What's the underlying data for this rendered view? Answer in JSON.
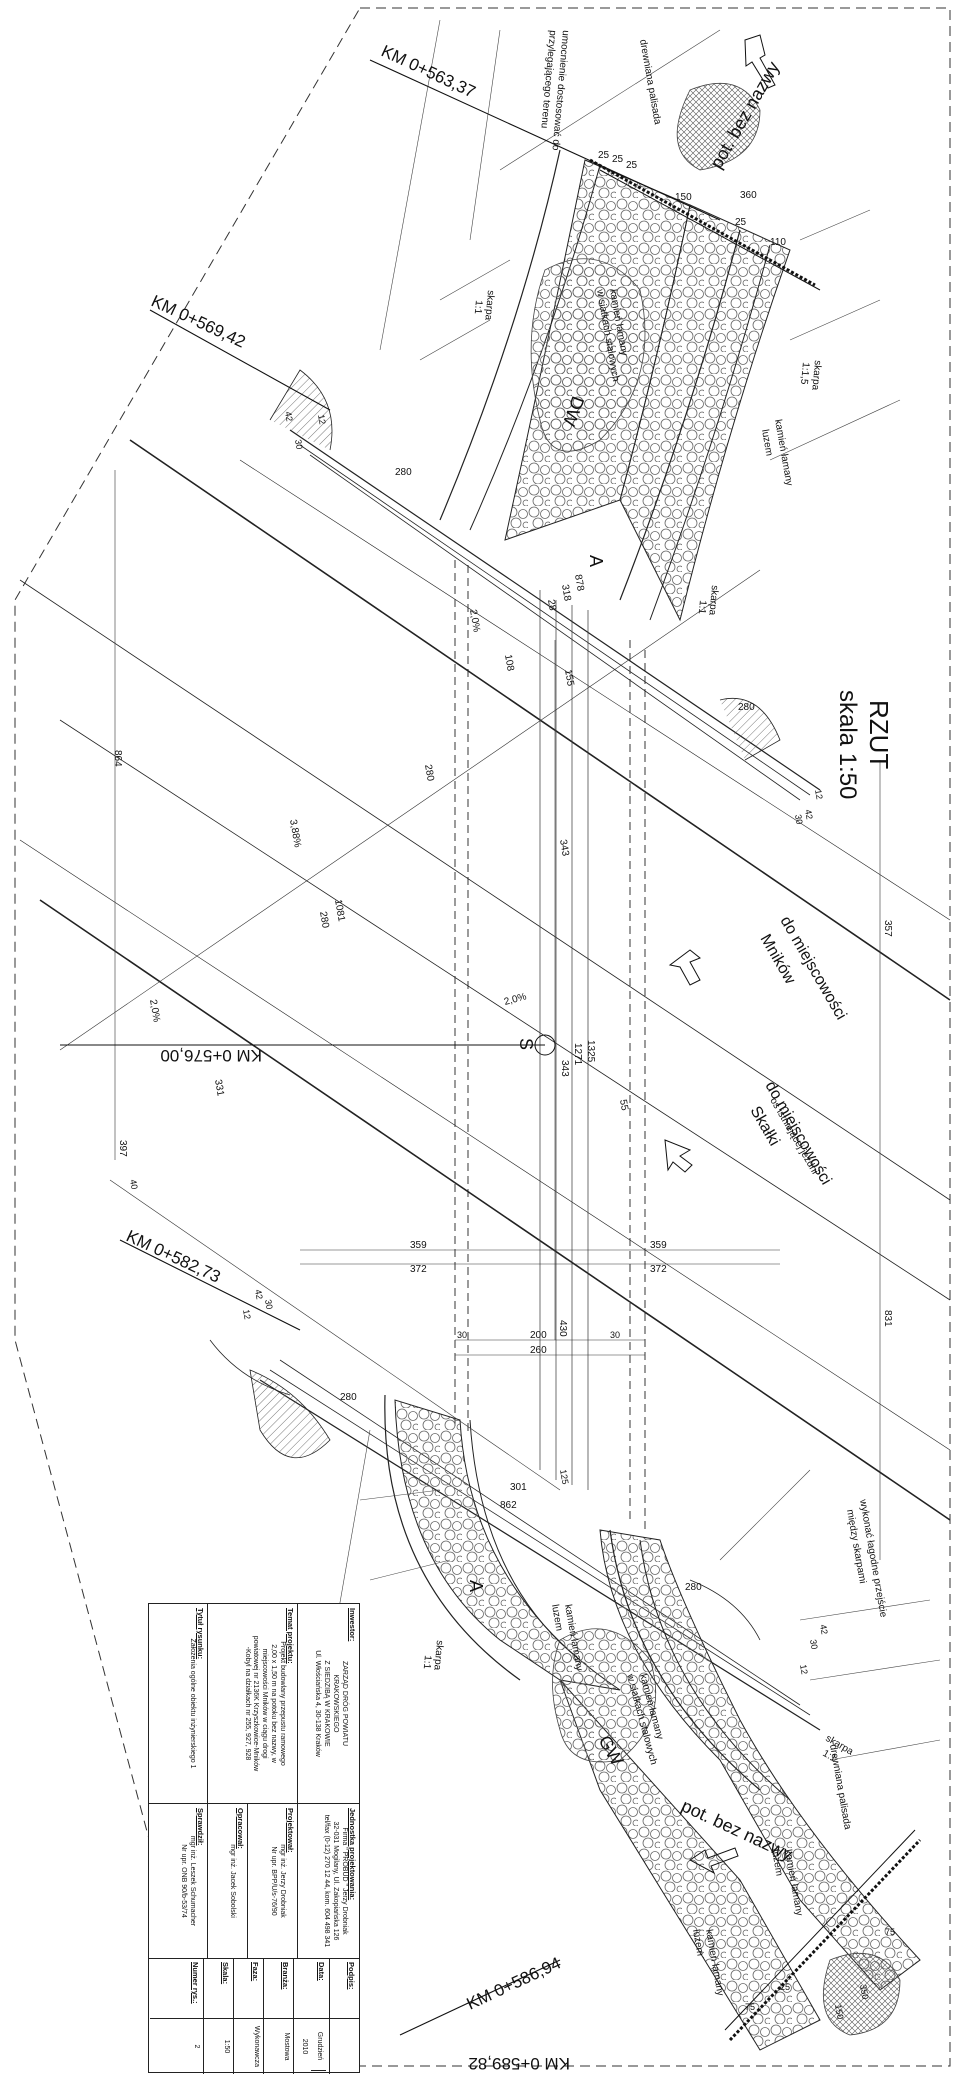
{
  "drawing": {
    "title": "RZUT",
    "scale": "skala 1:50",
    "chainages": {
      "km_563": "KM 0+563,37",
      "km_569": "KM 0+569,42",
      "km_576": "KM 0+576,00",
      "km_582": "KM 0+582,73",
      "km_586": "KM 0+586,94",
      "km_589": "KM 0+589,82"
    },
    "labels": {
      "stream_top": "pot. bez nazwy",
      "stream_bottom": "pot. bez nazwy",
      "palisade_top": "drewniana palisada",
      "palisade_bottom": "drewniana palisada",
      "reinforce_top_1": "umocnienie dostosować do",
      "reinforce_top_2": "przylegającego terenu",
      "skarpa_11a": "skarpa",
      "skarpa_11a_r": "1:1",
      "skarpa_115": "skarpa",
      "skarpa_115_r": "1:1,5",
      "skarpa_11b": "skarpa",
      "skarpa_11b_r": "1:1",
      "skarpa_11c": "skarpa",
      "skarpa_11c_r": "1:1",
      "skarpa_11d": "skarpa",
      "skarpa_11d_r": "1:1",
      "stone_gabion_top_1": "kamień łamany",
      "stone_gabion_top_2": "w siatkach stalowych",
      "stone_loose_top_1": "kamień łamany",
      "stone_loose_top_2": "luzem",
      "stone_gabion_bottom_1": "kamień łamany",
      "stone_gabion_bottom_2": "w siatkach stalowych",
      "stone_loose_bottom_1": "kamień łamany",
      "stone_loose_bottom_2": "luzem",
      "stone_loose_bottom2_1": "kamień łamany",
      "stone_loose_bottom2_2": "luzem",
      "stone_loose_bottom3_1": "kamień łamany",
      "stone_loose_bottom3_2": "luzem",
      "dw": "DW",
      "gw": "GW",
      "s": "S",
      "section_a_top": "A",
      "section_a_bottom": "A",
      "dir_mnikow_1": "do miejscowości",
      "dir_mnikow_2": "Mników",
      "dir_skalki_1": "do miejscowości",
      "dir_skalki_2": "Skałki",
      "road_axis": "oś istniejącej jezdni",
      "transition_1": "wykonać łagodne przejście",
      "transition_2": "między skarpami",
      "slope_20a": "2,0%",
      "slope_388": "3,88%",
      "slope_20b": "2,0%",
      "slope_20c": "2,0%"
    },
    "dims": [
      "25",
      "25",
      "25",
      "150",
      "360",
      "25",
      "110",
      "280",
      "878",
      "318",
      "28",
      "155",
      "108",
      "42",
      "30",
      "12",
      "280",
      "42",
      "30",
      "12",
      "280",
      "343",
      "1081",
      "280",
      "864",
      "357",
      "1325",
      "1271",
      "343",
      "331",
      "397",
      "40",
      "55",
      "359",
      "372",
      "359",
      "372",
      "831",
      "200",
      "260",
      "30",
      "30",
      "430",
      "125",
      "301",
      "862",
      "280",
      "42",
      "30",
      "12",
      "75",
      "150",
      "350",
      "75",
      "25",
      "12",
      "30",
      "42",
      "280"
    ]
  },
  "titleblock": {
    "investor_label": "Inwestor:",
    "investor_1": "ZARZĄD DRÓG POWIATU",
    "investor_2": "KRAKOWSKIEGO",
    "investor_3": "Z SIEDZIBĄ W KRAKOWIE",
    "investor_4": "Ul. Włościańska 4, 30-138 Kraków",
    "project_label": "Temat projektu:",
    "project_1": "Projekt budowlany przepustu ramowego",
    "project_2": "2,00 x 1,50 m na potoku bez nazwy, w",
    "project_3": "miejscowości Mników w ciągu drogi",
    "project_4": "powiatowej nr 2136K Krzyszkowice-Mników",
    "project_5": "-Kobyl na działkach nr 255, 927, 928",
    "drawing_title_label": "Tytuł rysunku:",
    "drawing_title": "Założenia ogólne obiektu inżynierskiego 1",
    "unit_label": "Jednostka projektowania:",
    "unit_1": "Firma \" PROBUD \" Jerzy Drobniak",
    "unit_2": "32-031 Mogilany, Ul. Zakopiańska 126",
    "unit_3": "tel/fax (0-12) 270 12 44, kom. 604 498 341",
    "designer_label": "Projektował:",
    "designer_1": "mgr inż. Jerzy Drobniak",
    "designer_2": "Nr upr. BPP/U/s-76/90",
    "drafter_label": "Opracował:",
    "drafter_1": "mgr inż. Jacek Sobolski",
    "checker_label": "Sprawdził:",
    "checker_1": "mgr inż. Leszek Schumacher",
    "checker_2": "Nr upr. ONB 90/b-53/74",
    "sign_label": "Podpis:",
    "date_label": "Data:",
    "date_value_1": "Grudzień",
    "date_value_2": "2010",
    "branch_label": "Branża:",
    "branch_value": "Mostowa",
    "phase_label": "Faza:",
    "phase_value": "Wykonawcza",
    "scale_label": "Skala:",
    "scale_value": "1:50",
    "num_label": "Numer rys.:",
    "num_value": "2"
  }
}
